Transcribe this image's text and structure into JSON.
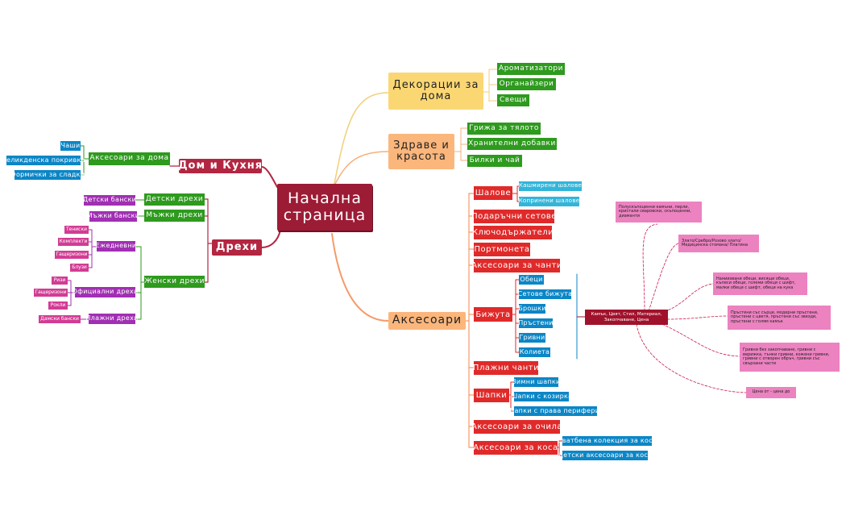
{
  "central": "Начална страница",
  "home_decor": {
    "label": "Декорации за дома",
    "children": [
      "Ароматизатори",
      "Органайзери",
      "Свещи"
    ]
  },
  "health": {
    "label": "Здраве и красота",
    "children": [
      "Грижа за тялото",
      "Хранителни добавки",
      "Билки и чай"
    ]
  },
  "home_kitchen": {
    "label": "Дом и Кухня",
    "accessories": "Аксесоари за дома",
    "children": [
      "Чаши",
      "Великденска покривка",
      "Формички за сладки"
    ]
  },
  "clothes": {
    "label": "Дрехи",
    "kids": "Детски дрехи",
    "kids_child": "Детски бански",
    "men": "Мъжки дрехи",
    "men_child": "Мъжки бански",
    "women": "Женски дрехи",
    "everyday": "Ежедневни",
    "everyday_children": [
      "Тениски",
      "Комплекти",
      "Гащеризони",
      "Блузи"
    ],
    "official": "Официални дрехи",
    "official_children": [
      "Ризи",
      "Гащеризони",
      "Рокли"
    ],
    "beach": "Плажни дрехи",
    "beach_child": "Дамски бански"
  },
  "accessories": {
    "label": "Аксесоари",
    "scarves": "Шалове",
    "scarves_children": [
      "Кашмирени шалове",
      "Копринени шалове"
    ],
    "gift_sets": "Подаръчни сетове",
    "keychains": "Ключодържатели",
    "wallets": "Портмонета",
    "bag_acc": "Аксесоари за чанти",
    "jewelry": "Бижута",
    "jewelry_children": [
      "Обеци",
      "Сетове бижута",
      "Брошки",
      "Пръстени",
      "Гривни",
      "Колиета"
    ],
    "attributes": "Камък, Цвят, Стил, Материал, Закопчаване, Цена",
    "notes": [
      "Полускъпоценни камъни, перли, кристали сваровски, скъпоценни, диаманти",
      "Злато/Сребро/Розово злато/ Медицинска стомана/ Платина",
      "Наниизвани обеци, висящи обеци, къпеси обеци, големи обеци с шифт, малки обеци с шифт, обеци на кука",
      "Пръстени със сърце, модерни пръстени, пръстени с цветя, пръстени със звезди, пръстени с голям камък",
      "Гривни без закопчаване, гривни с верижка, тънки гривни, кожени гривни, гривни с отворен обръч, гривни със свързани части",
      "Цена от - цена до"
    ],
    "beach_acc": "Плажни чанти",
    "hats": "Шапки",
    "hats_children": [
      "Зимни шапки",
      "Шапки с козирка",
      "Шапки с права периферия"
    ],
    "glasses": "Аксесоари за очила",
    "hair": "Аксесоари за коса",
    "hair_children": [
      "Сватбена колекция за коса",
      "Детски аксесоари за коса"
    ]
  }
}
